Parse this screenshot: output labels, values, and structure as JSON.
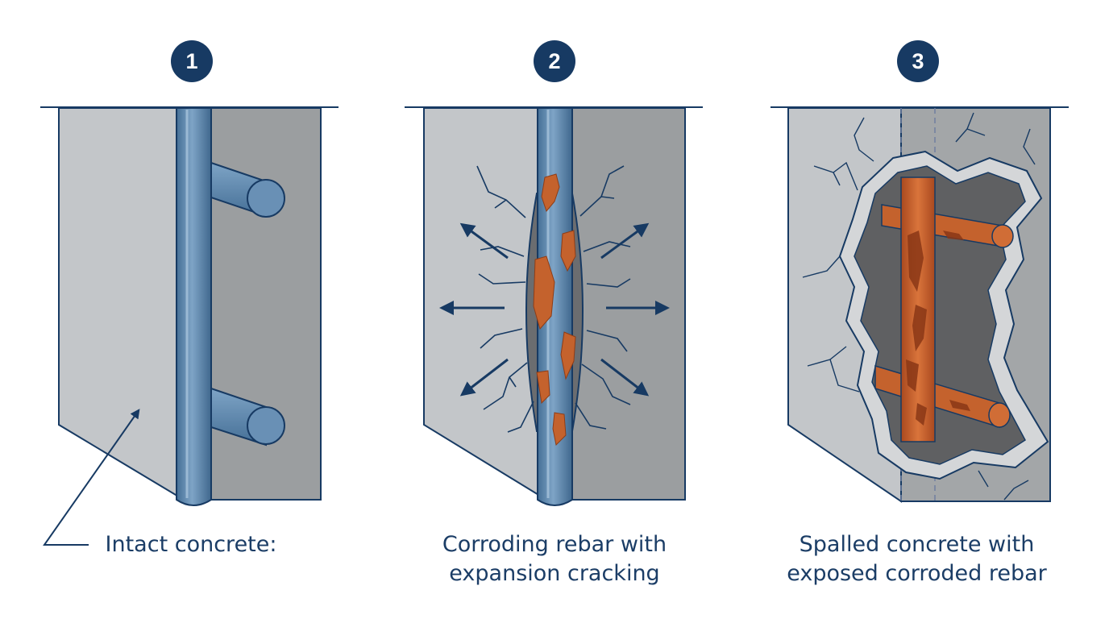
{
  "panels": [
    {
      "step": "1",
      "caption_lines": [
        "Intact concrete:"
      ]
    },
    {
      "step": "2",
      "caption_lines": [
        "Corroding rebar with",
        "expansion cracking"
      ]
    },
    {
      "step": "3",
      "caption_lines": [
        "Spalled concrete with",
        "exposed corroded rebar"
      ]
    }
  ],
  "colors": {
    "navy": "#173a63",
    "concrete_front": "#bcbfc2",
    "concrete_side": "#9a9d9f",
    "steel": "#5d87ad",
    "rust": "#c4622d",
    "cavity": "#5f6062"
  }
}
